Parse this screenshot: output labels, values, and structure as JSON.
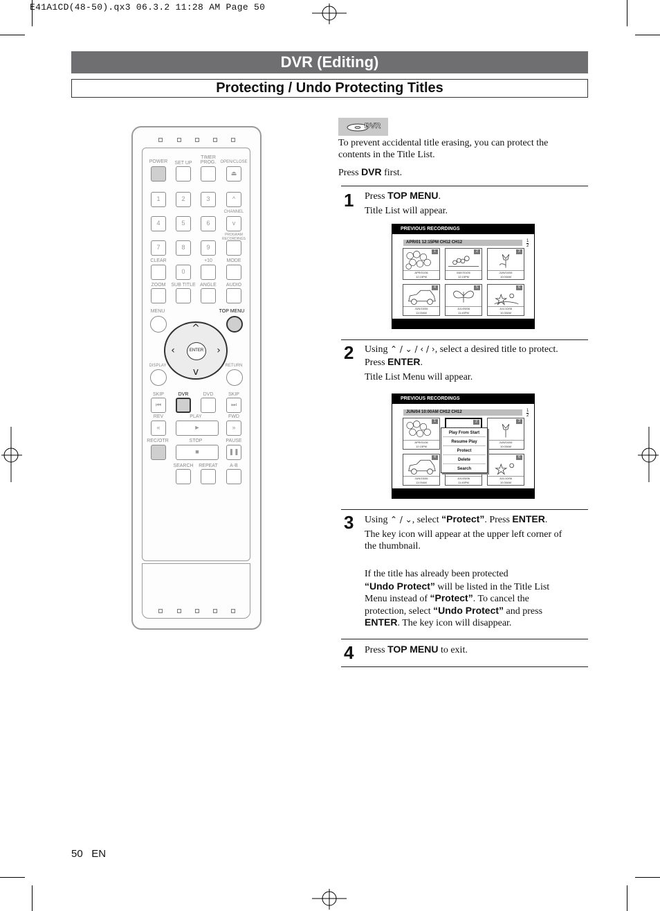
{
  "slug": "E41A1CD(48-50).qx3   06.3.2 11:28 AM   Page 50",
  "header": {
    "section_title": "DVR (Editing)",
    "page_title": "Protecting / Undo Protecting Titles"
  },
  "badge": {
    "label": "DVR"
  },
  "intro": {
    "line1": "To prevent accidental title erasing, you can protect the",
    "line2": "contents in the Title List.",
    "press_pre": "Press ",
    "press_key": "DVR",
    "press_post": " first."
  },
  "steps": [
    {
      "num": "1",
      "pre": "Press ",
      "key": "TOP MENU",
      "post": ".",
      "note": "Title List will appear."
    },
    {
      "num": "2",
      "pre": "Using ",
      "arrows": "⌃ / ⌄ / ‹ / ›",
      "post": ", select a desired title to protect.",
      "press_pre": "Press ",
      "press_key": "ENTER",
      "press_post": ".",
      "note": "Title List Menu will appear."
    },
    {
      "num": "3",
      "pre": "Using ",
      "arrows": "⌃ / ⌄",
      "mid": ", select ",
      "select_key": "“Protect”",
      "mid2": ". Press ",
      "press_key": "ENTER",
      "post": ".",
      "note_l1": "The key icon will appear at the upper left corner of",
      "note_l2": "the thumbnail.",
      "extra_l1": "If the title has already been protected",
      "extra_l2_key": "“Undo Protect”",
      "extra_l2": " will be listed in the Title List",
      "extra_l3": "Menu instead of ",
      "extra_l3_key": "“Protect”",
      "extra_l3_post": ". To cancel the",
      "extra_l4": "protection, select ",
      "extra_l4_key": "“Undo Protect”",
      "extra_l4_post": " and press",
      "extra_l5_key": "ENTER",
      "extra_l5_post": ". The key icon will disappear."
    },
    {
      "num": "4",
      "pre": "Press ",
      "key": "TOP MENU",
      "post": " to exit."
    }
  ],
  "screen1": {
    "header": "PREVIOUS RECORDINGS",
    "info": "APR/01   12:15PM   CH12                       CH12",
    "page_top": "1",
    "page_bottom": "2",
    "thumbs": [
      {
        "num": "1",
        "cap1": "APR/01/06",
        "cap2": "12:15PM"
      },
      {
        "num": "2",
        "cap1": "MAY/01/06",
        "cap2": "12:15PM"
      },
      {
        "num": "3",
        "cap1": "JUN/04/06",
        "cap2": "10:00AM"
      },
      {
        "num": "4",
        "cap1": "JUN/15/06",
        "cap2": "11:00AM"
      },
      {
        "num": "5",
        "cap1": "JUL/05/06",
        "cap2": "11:40PM"
      },
      {
        "num": "6",
        "cap1": "JUL/10/06",
        "cap2": "10:30AM"
      }
    ]
  },
  "screen2": {
    "header": "PREVIOUS RECORDINGS",
    "info": "JUN/04   10:00AM   CH12                       CH12",
    "page_top": "1",
    "page_bottom": "2",
    "thumbs": [
      {
        "num": "1",
        "cap1": "APR/01/06",
        "cap2": "12:15PM"
      },
      {
        "num": "2",
        "cap1": "",
        "cap2": ""
      },
      {
        "num": "3",
        "cap1": "JUN/04/06",
        "cap2": "10:00AM"
      },
      {
        "num": "4",
        "cap1": "JUN/15/06",
        "cap2": "11:00AM"
      },
      {
        "num": "5",
        "cap1": "JUL/05/06",
        "cap2": "11:40PM"
      },
      {
        "num": "6",
        "cap1": "JUL/10/06",
        "cap2": "10:30AM"
      }
    ],
    "menu": [
      "Play From Start",
      "Resume Play",
      "Protect",
      "Delete",
      "Search"
    ]
  },
  "remote": {
    "labels": {
      "power": "POWER",
      "setup": "SET UP",
      "timer": "TIMER",
      "prog": "PROG.",
      "open": "OPEN/CLOSE",
      "channel": "CHANNEL",
      "program": "PROGRAM",
      "recordings": "RECORDINGS",
      "clear": "CLEAR",
      "plus10": "+10",
      "mode": "MODE",
      "zoom": "ZOOM",
      "subtitle": "SUB TITLE",
      "angle": "ANGLE",
      "audio": "AUDIO",
      "menu": "MENU",
      "topmenu": "TOP MENU",
      "enter": "ENTER",
      "display": "DISPLAY",
      "return": "RETURN",
      "skip1": "SKIP",
      "dvr": "DVR",
      "dvd": "DVD",
      "skip2": "SKIP",
      "rev": "REV",
      "play": "PLAY",
      "fwd": "FWD",
      "recotr": "REC/OTR",
      "stop": "STOP",
      "pause": "PAUSE",
      "search": "SEARCH",
      "repeat": "REPEAT",
      "ab": "A-B"
    },
    "digits": [
      "1",
      "2",
      "3",
      "4",
      "5",
      "6",
      "7",
      "8",
      "9",
      "0"
    ]
  },
  "footer": {
    "page": "50",
    "lang": "EN"
  }
}
